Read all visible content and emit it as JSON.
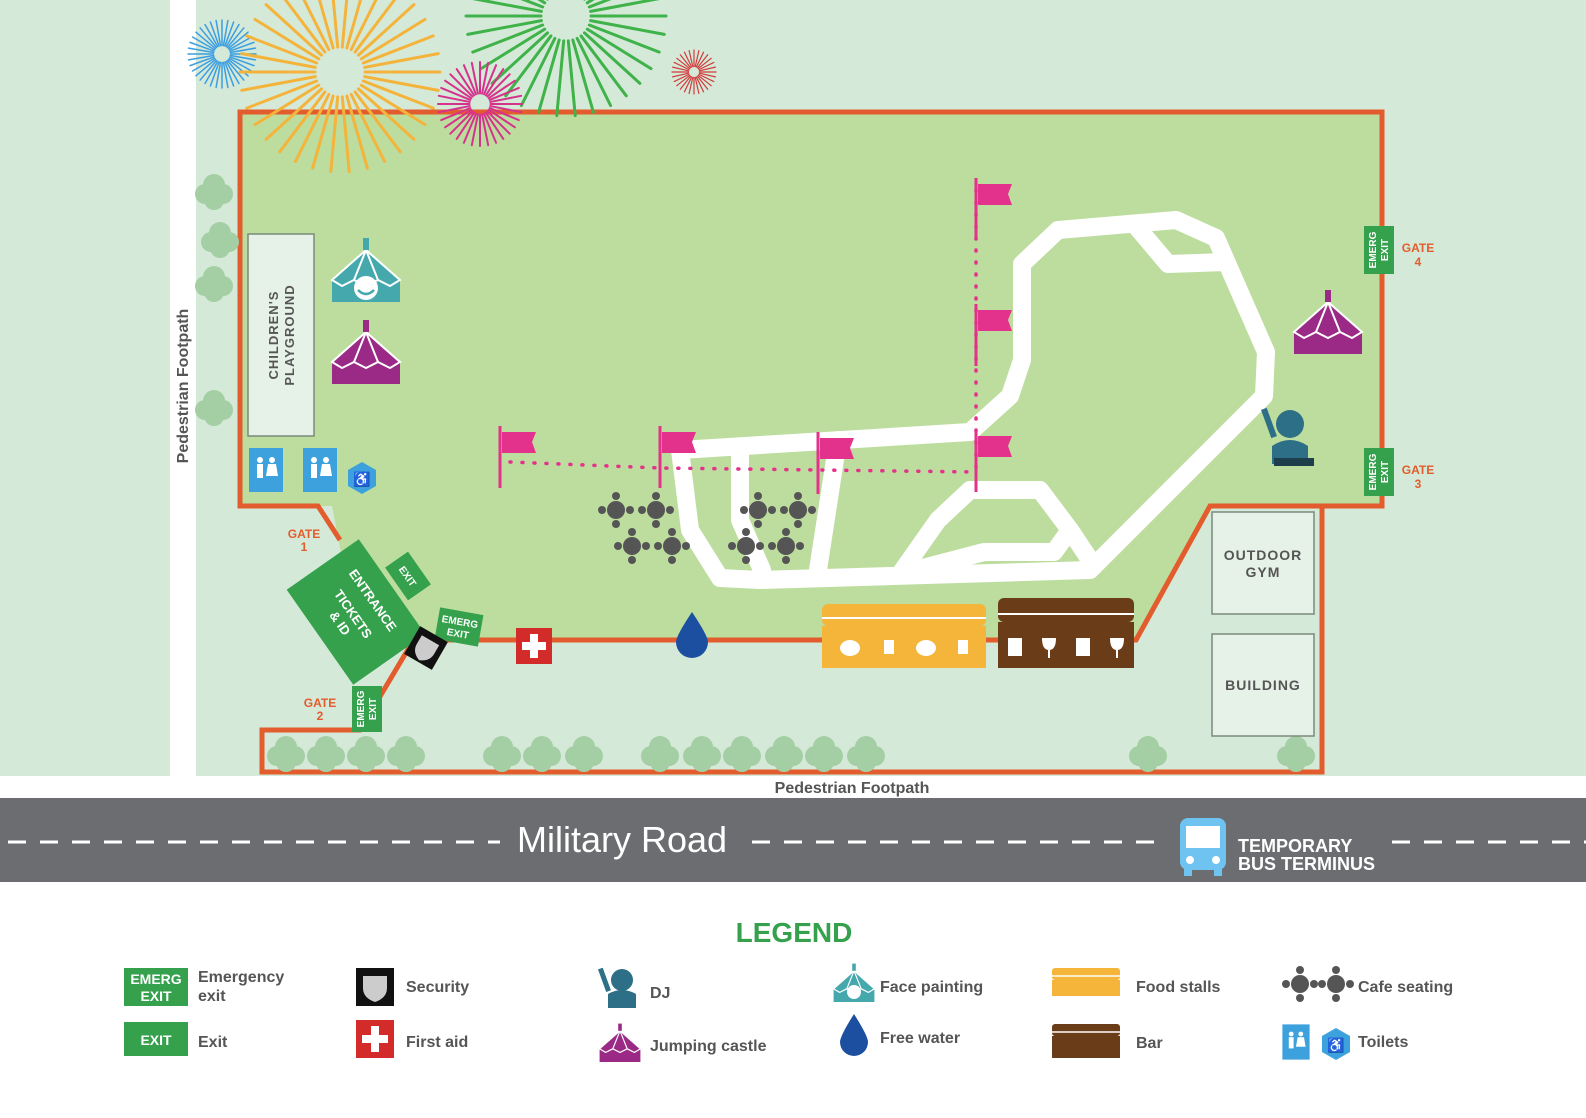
{
  "map": {
    "colors": {
      "outside": "#d5e9d8",
      "park": "#bddd9e",
      "fence": "#e35c2d",
      "road": "#6b6d70",
      "path": "#ffffff",
      "tree": "#a4cfa4",
      "flag": "#e3328c",
      "exit_green": "#35a14c",
      "toilet_blue": "#3ca1dc",
      "jumping": "#9a2a85",
      "face": "#44a8ad",
      "dj": "#2c6f86",
      "water": "#1d4fa1",
      "firstaid": "#d32a2a",
      "food": "#f5b43a",
      "bar": "#6a3c18",
      "legend_title": "#35a14c",
      "gate_text": "#e35c2d"
    },
    "labels": {
      "footpath_left": "Pedestrian Footpath",
      "footpath_bottom": "Pedestrian Footpath",
      "road": "Military Road",
      "bus_line1": "TEMPORARY",
      "bus_line2": "BUS TERMINUS",
      "playground_line1": "CHILDREN'S",
      "playground_line2": "PLAYGROUND",
      "gym_line1": "OUTDOOR",
      "gym_line2": "GYM",
      "building": "BUILDING",
      "entrance": "ENTRANCE",
      "tickets_line1": "TICKETS",
      "tickets_line2": "& ID",
      "exit": "EXIT",
      "emerg": "EMERG",
      "gate1": "GATE",
      "gate1_num": "1",
      "gate2": "GATE",
      "gate2_num": "2",
      "gate3": "GATE",
      "gate3_num": "3",
      "gate4": "GATE",
      "gate4_num": "4"
    },
    "icons": {
      "fireworks": "fireworks-icon",
      "tree": "tree-icon",
      "flag": "flag-icon",
      "tent": "tent-icon",
      "dj": "dj-icon",
      "water": "water-drop-icon",
      "firstaid": "first-aid-icon",
      "security": "security-shield-icon",
      "toilet": "toilet-icon",
      "wheelchair": "accessible-toilet-icon",
      "cafe": "cafe-table-icon",
      "bus": "bus-icon"
    }
  },
  "legend": {
    "title": "LEGEND",
    "items": [
      {
        "label_line1": "Emergency",
        "label_line2": "exit",
        "icon": "emergency-exit-icon"
      },
      {
        "label": "Exit",
        "icon": "exit-icon"
      },
      {
        "label": "Security",
        "icon": "security-shield-icon"
      },
      {
        "label": "First aid",
        "icon": "first-aid-icon"
      },
      {
        "label": "DJ",
        "icon": "dj-icon"
      },
      {
        "label": "Jumping castle",
        "icon": "jumping-castle-icon"
      },
      {
        "label": "Face painting",
        "icon": "face-painting-icon"
      },
      {
        "label": "Free water",
        "icon": "water-drop-icon"
      },
      {
        "label": "Food stalls",
        "icon": "food-stall-icon"
      },
      {
        "label": "Bar",
        "icon": "bar-icon"
      },
      {
        "label": "Cafe seating",
        "icon": "cafe-table-icon"
      },
      {
        "label": "Toilets",
        "icon": "toilet-icon"
      }
    ]
  }
}
